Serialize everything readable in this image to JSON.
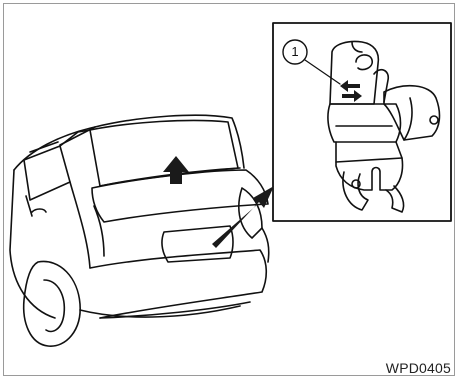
{
  "figure": {
    "code": "WPD0405",
    "callout_number": "1"
  },
  "colors": {
    "line": "#111111",
    "panel_border": "#9a9a9a",
    "arrow_fill": "#1a1a1a"
  },
  "icons": {
    "lift_arrow": "up-arrow",
    "pointer_arrow": "diagonal-arrow",
    "latch_arrows": "left-right-arrows"
  }
}
